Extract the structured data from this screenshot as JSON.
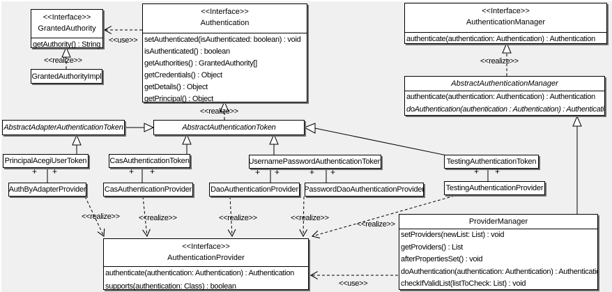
{
  "labels": {
    "interface_stereotype": "<<Interface>>",
    "realize": "<<realize>>",
    "use": "<<use>>",
    "plus": "+"
  },
  "classes": {
    "granted_authority": {
      "stereotype": "<<Interface>>",
      "name": "GrantedAuthority",
      "methods": [
        "getAuthority() : String"
      ]
    },
    "granted_authority_impl": {
      "name": "GrantedAuthorityImpl"
    },
    "authentication": {
      "stereotype": "<<Interface>>",
      "name": "Authentication",
      "methods": [
        "setAuthenticated(isAuthenticated: boolean) : void",
        "isAuthenticated() : boolean",
        "getAuthorities() : GrantedAuthority[]",
        "getCredentials() : Object",
        "getDetails() : Object",
        "getPrincipal() : Object"
      ]
    },
    "authentication_manager": {
      "stereotype": "<<Interface>>",
      "name": "AuthenticationManager",
      "methods": [
        "authenticate(authentication: Authentication) : Authentication"
      ]
    },
    "abstract_authentication_manager": {
      "name": "AbstractAuthenticationManager",
      "methods": [
        "authenticate(authentication: Authentication) : Authentication",
        "doAuthentication(authentication : Authentication) : Authentication"
      ]
    },
    "abstract_adapter_authentication_token": {
      "name": "AbstractAdapterAuthenticationToken"
    },
    "abstract_authentication_token": {
      "name": "AbstractAuthenticationToken"
    },
    "principal_acegi_user_token": {
      "name": "PrincipalAcegiUserToken"
    },
    "cas_authentication_token": {
      "name": "CasAuthenticationToken"
    },
    "username_password_authentication_token": {
      "name": "UsernamePasswordAuthenticationToken"
    },
    "testing_authentication_token": {
      "name": "TestingAuthenticationToken"
    },
    "auth_by_adapter_provider": {
      "name": "AuthByAdapterProvider"
    },
    "cas_authentication_provider": {
      "name": "CasAuthenticationProvider"
    },
    "dao_authentication_provider": {
      "name": "DaoAuthenticationProvider"
    },
    "password_dao_authentication_provider": {
      "name": "PasswordDaoAuthenticationProvider"
    },
    "testing_authentication_provider": {
      "name": "TestingAuthenticationProvider"
    },
    "authentication_provider": {
      "stereotype": "<<Interface>>",
      "name": "AuthenticationProvider",
      "methods": [
        "authenticate(authentication: Authentication) : Authentication",
        "supports(authentication: Class) : boolean"
      ]
    },
    "provider_manager": {
      "name": "ProviderManager",
      "methods": [
        "setProviders(newList: List) : void",
        "getProviders() : List",
        "afterPropertiesSet() : void",
        "doAuthentication(authentication: Authentication) : Authentication",
        "checkIfValidList(listToCheck: List) : void"
      ]
    }
  }
}
